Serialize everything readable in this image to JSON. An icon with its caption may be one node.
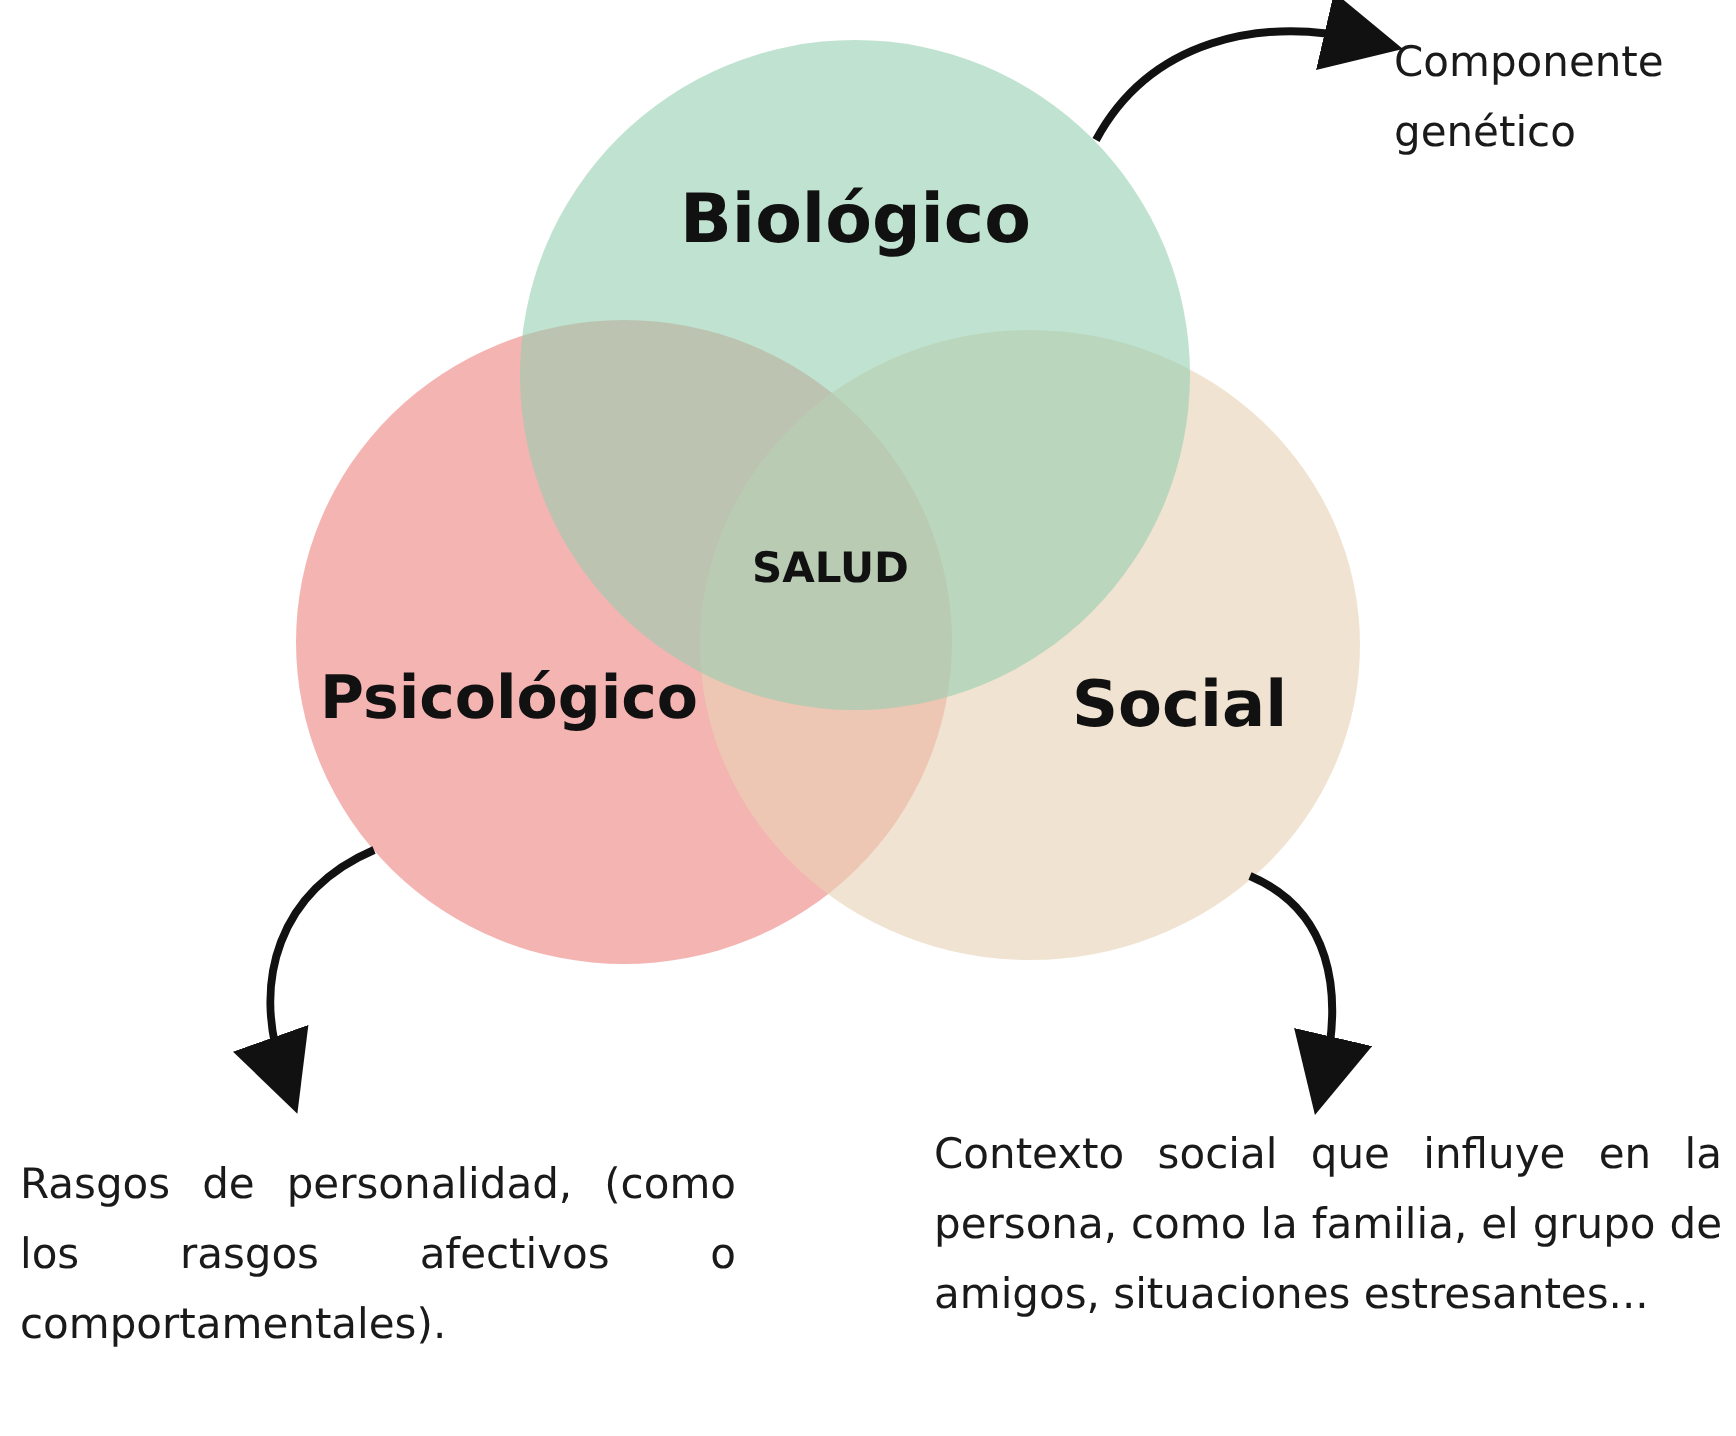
{
  "diagram": {
    "nodes": [
      {
        "text": [
          "Biológico"
        ]
      },
      {
        "text": [
          "Psicológico"
        ]
      },
      {
        "text": [
          "Social"
        ]
      },
      {
        "text": [
          "Componente genético"
        ]
      },
      {
        "text": [
          "Rasgos de personalidad, (como los rasgos afectivos o comportamentales)."
        ]
      },
      {
        "text": [
          "Contexto social que influye en la persona, como la familia, el grupo de amigos, situaciones estresantes..."
        ]
      }
    ],
    "edges": [
      {
        "from": 0,
        "to": 3,
        "arrow": "to"
      },
      {
        "from": 1,
        "to": 4,
        "arrow": "to"
      },
      {
        "from": 2,
        "to": 5,
        "arrow": "to"
      }
    ],
    "labels": [
      "SALUD"
    ]
  }
}
